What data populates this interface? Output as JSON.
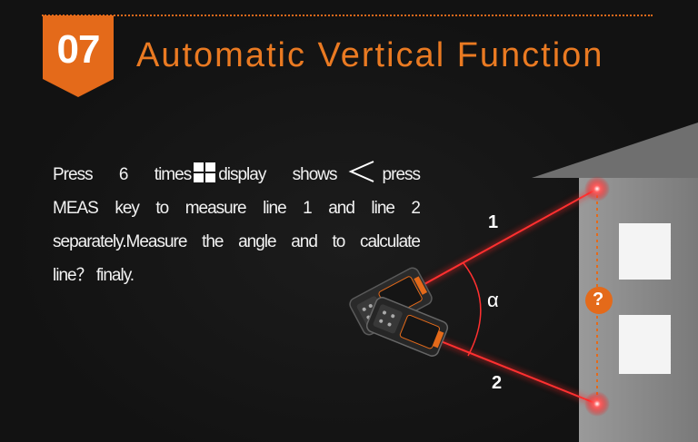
{
  "header": {
    "step_number": "07",
    "title": "Automatic Vertical Function"
  },
  "description": {
    "line1_a": "Press 6 times",
    "line1_b": "display shows",
    "line1_c": "press",
    "line2": "MEAS key to measure line 1 and line 2",
    "line3": "separately.Measure the angle and to calculate",
    "line4": "line？ finaly."
  },
  "diagram": {
    "line1_label": "1",
    "line2_label": "2",
    "angle_label": "α",
    "unknown_label": "?"
  },
  "colors": {
    "accent": "#e46a1a",
    "laser": "#ff2a2a",
    "background": "#121212",
    "wall": "#8a8a8a"
  }
}
